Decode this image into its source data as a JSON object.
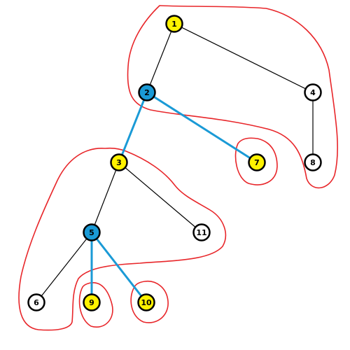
{
  "colors": {
    "background": "#ffffff",
    "region_outline": "#e8262a",
    "plain_edge": "#000000",
    "highlight_edge": "#1a9ad6",
    "node_yellow": "#fff200",
    "node_blue": "#1a9ad6",
    "node_white": "#ffffff",
    "node_stroke": "#000000"
  },
  "nodes": [
    {
      "id": "1",
      "label": "1",
      "fill": "yellow"
    },
    {
      "id": "2",
      "label": "2",
      "fill": "blue"
    },
    {
      "id": "3",
      "label": "3",
      "fill": "yellow"
    },
    {
      "id": "4",
      "label": "4",
      "fill": "white"
    },
    {
      "id": "5",
      "label": "5",
      "fill": "blue"
    },
    {
      "id": "6",
      "label": "6",
      "fill": "white"
    },
    {
      "id": "7",
      "label": "7",
      "fill": "yellow"
    },
    {
      "id": "8",
      "label": "8",
      "fill": "white"
    },
    {
      "id": "9",
      "label": "9",
      "fill": "yellow"
    },
    {
      "id": "10",
      "label": "10",
      "fill": "yellow"
    },
    {
      "id": "11",
      "label": "11",
      "fill": "white"
    }
  ],
  "edges": [
    {
      "from": "1",
      "to": "2",
      "style": "plain"
    },
    {
      "from": "1",
      "to": "4",
      "style": "plain"
    },
    {
      "from": "4",
      "to": "8",
      "style": "plain"
    },
    {
      "from": "2",
      "to": "3",
      "style": "highlight"
    },
    {
      "from": "2",
      "to": "7",
      "style": "highlight"
    },
    {
      "from": "3",
      "to": "5",
      "style": "plain"
    },
    {
      "from": "3",
      "to": "11",
      "style": "plain"
    },
    {
      "from": "5",
      "to": "6",
      "style": "plain"
    },
    {
      "from": "5",
      "to": "9",
      "style": "highlight"
    },
    {
      "from": "5",
      "to": "10",
      "style": "highlight"
    }
  ],
  "regions": [
    {
      "name": "region-1-2-4-8",
      "encloses": [
        "1",
        "2",
        "4",
        "8"
      ]
    },
    {
      "name": "region-7",
      "encloses": [
        "7"
      ]
    },
    {
      "name": "region-3-5-6-11",
      "encloses": [
        "3",
        "5",
        "6",
        "11"
      ]
    },
    {
      "name": "region-9",
      "encloses": [
        "9"
      ]
    },
    {
      "name": "region-10",
      "encloses": [
        "10"
      ]
    }
  ]
}
